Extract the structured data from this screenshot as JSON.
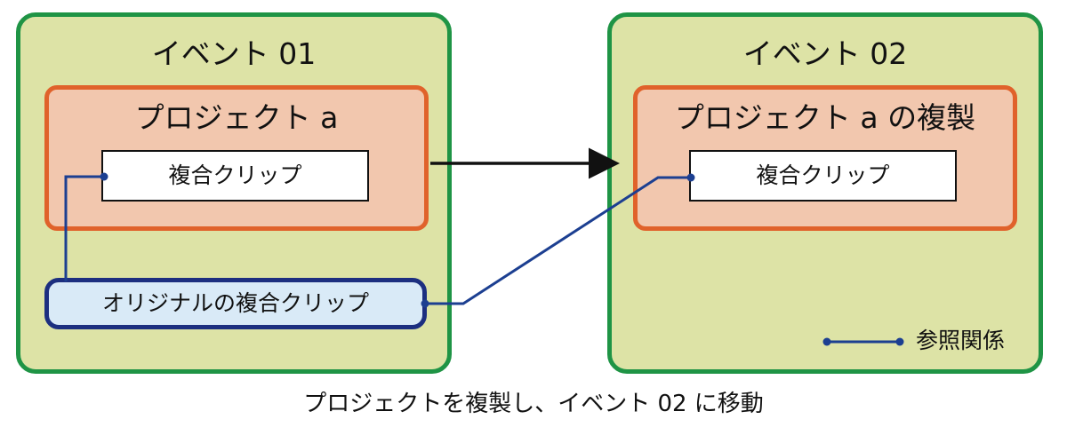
{
  "event_left": {
    "title": "イベント 01"
  },
  "event_right": {
    "title": "イベント 02"
  },
  "project_left": {
    "title": "プロジェクト a",
    "clip_label": "複合クリップ"
  },
  "project_right": {
    "title": "プロジェクト a の複製",
    "clip_label": "複合クリップ"
  },
  "original_clip": {
    "label": "オリジナルの複合クリップ"
  },
  "legend": {
    "label": "参照関係"
  },
  "caption": "プロジェクトを複製し、イベント 02 に移動",
  "colors": {
    "event_border": "#1f9445",
    "event_fill": "#dde3a6",
    "project_border": "#e0622b",
    "project_fill": "#f2c7ae",
    "reference_line": "#1c3f91",
    "original_border": "#1c2f80",
    "original_fill": "#d9eaf7",
    "arrow": "#111111"
  }
}
